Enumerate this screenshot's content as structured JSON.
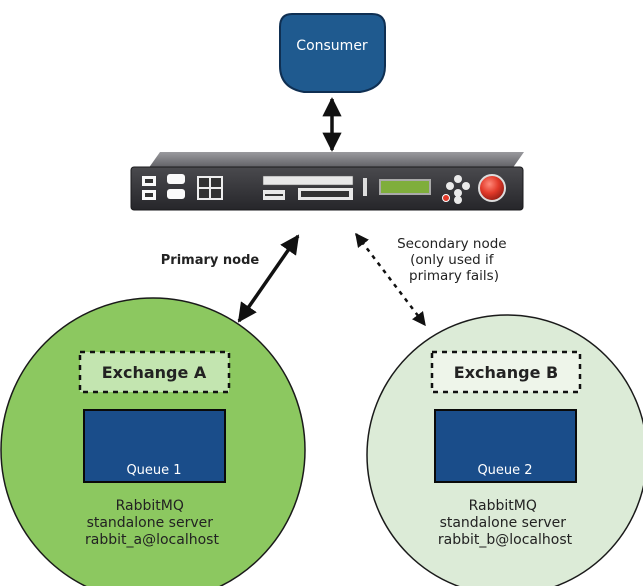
{
  "consumer": {
    "label": "Consumer"
  },
  "links": {
    "primary_label": "Primary node",
    "secondary_label_lines": [
      "Secondary node",
      "(only used if",
      "primary fails)"
    ]
  },
  "nodes": [
    {
      "exchange": "Exchange A",
      "queue": "Queue 1",
      "server_lines": [
        "RabbitMQ",
        "standalone server",
        "rabbit_a@localhost"
      ],
      "fill": "#8cc860"
    },
    {
      "exchange": "Exchange B",
      "queue": "Queue 2",
      "server_lines": [
        "RabbitMQ",
        "standalone server",
        "rabbit_b@localhost"
      ],
      "fill": "#dcebd7"
    }
  ],
  "colors": {
    "consumer_fill": "#1f5a8f",
    "queue_fill": "#1a4d8a",
    "server_body": "#3a3a3c",
    "power_button": "#e23a2a",
    "lcd": "#7fae3c"
  }
}
